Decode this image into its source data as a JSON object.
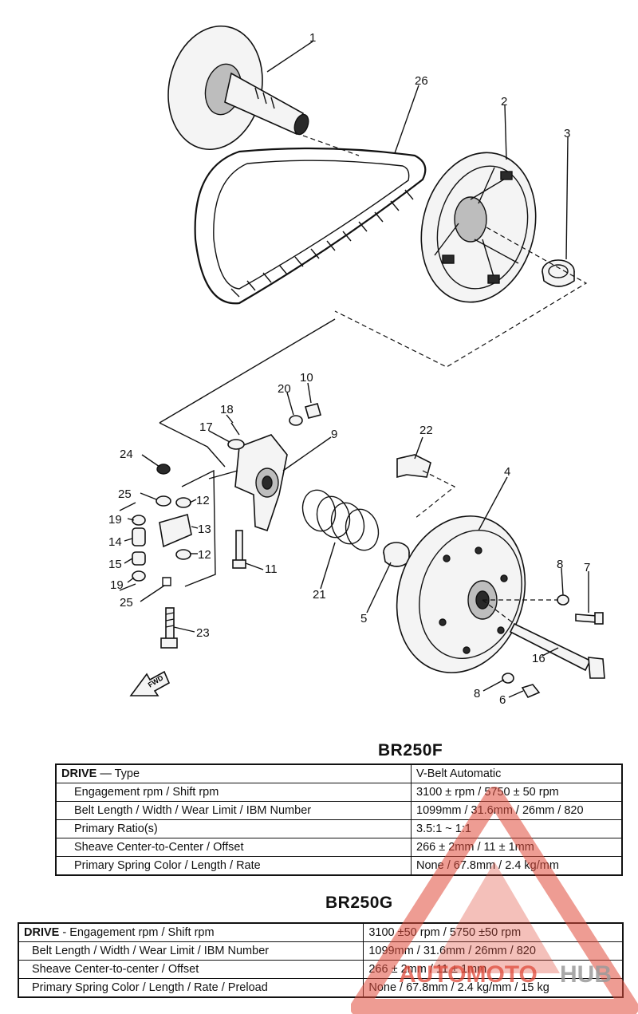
{
  "diagram": {
    "callouts": {
      "c1": "1",
      "c26": "26",
      "c2": "2",
      "c3": "3",
      "c10": "10",
      "c20": "20",
      "c18": "18",
      "c17": "17",
      "c9": "9",
      "c22": "22",
      "c24": "24",
      "c4": "4",
      "c25a": "25",
      "c12a": "12",
      "c19a": "19",
      "c13": "13",
      "c14": "14",
      "c15": "15",
      "c12b": "12",
      "c11": "11",
      "c8a": "8",
      "c7": "7",
      "c19b": "19",
      "c21": "21",
      "c25b": "25",
      "c5": "5",
      "c23": "23",
      "c16": "16",
      "c8b": "8",
      "c6": "6"
    },
    "fwd_label": "FWD"
  },
  "br250f": {
    "title": "BR250F",
    "rows": [
      {
        "label_bold": "DRIVE",
        "label": " — Type",
        "value": "V-Belt Automatic"
      },
      {
        "label_bold": "",
        "label": "Engagement rpm / Shift rpm",
        "value": "3100 ± rpm / 5750 ± 50 rpm"
      },
      {
        "label_bold": "",
        "label": "Belt Length / Width / Wear Limit / IBM Number",
        "value": "1099mm / 31.6mm / 26mm / 820"
      },
      {
        "label_bold": "",
        "label": "Primary Ratio(s)",
        "value": "3.5:1 ~ 1:1"
      },
      {
        "label_bold": "",
        "label": "Sheave Center-to-Center / Offset",
        "value": "266 ± 2mm / 11 ± 1mm"
      },
      {
        "label_bold": "",
        "label": "Primary Spring Color / Length / Rate",
        "value": "None / 67.8mm / 2.4 kg/mm"
      }
    ]
  },
  "br250g": {
    "title": "BR250G",
    "rows": [
      {
        "label_bold": "DRIVE",
        "label": " - Engagement rpm / Shift rpm",
        "value": "3100 ±50 rpm / 5750 ±50 rpm"
      },
      {
        "label_bold": "",
        "label": "Belt Length / Width / Wear Limit / IBM Number",
        "value": "1099mm / 31.6mm / 26mm / 820"
      },
      {
        "label_bold": "",
        "label": "Sheave Center-to-center / Offset",
        "value": "266 ± 2mm / 11 ± 1mm"
      },
      {
        "label_bold": "",
        "label": "Primary Spring Color / Length / Rate / Preload",
        "value": "None / 67.8mm / 2.4 kg/mm / 15 kg"
      }
    ]
  },
  "watermark": {
    "text_a": "AUTOMOTO",
    "text_b": "HUB",
    "color_a": "#e04a3a",
    "color_b": "#9a9a9a"
  }
}
